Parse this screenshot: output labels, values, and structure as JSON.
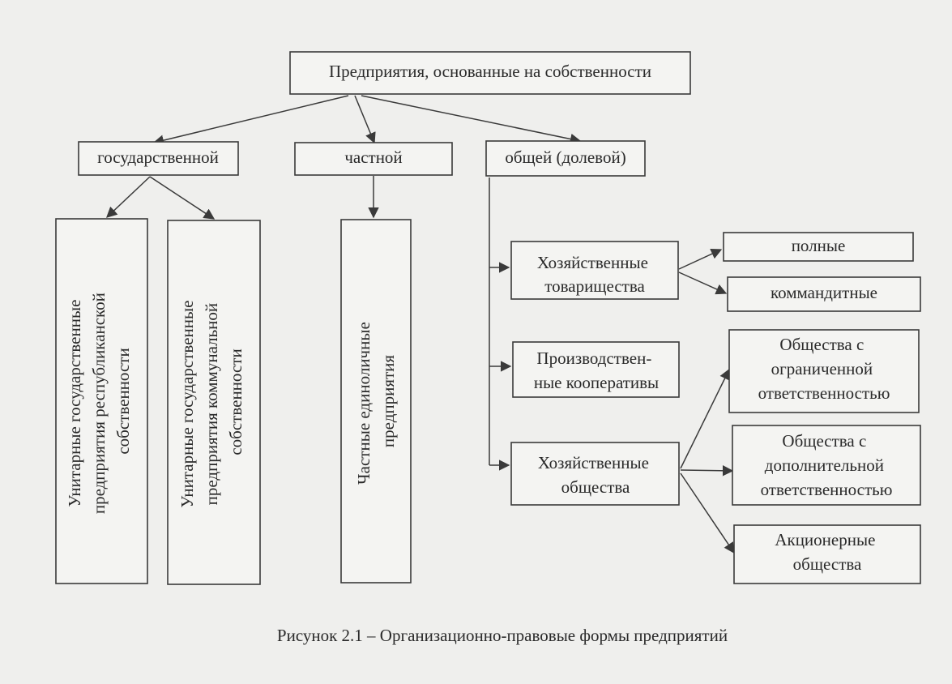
{
  "diagram": {
    "root": {
      "label": "Предприятия, основанные на собственности"
    },
    "ownership": {
      "state": {
        "label": "государственной"
      },
      "private": {
        "label": "частной"
      },
      "shared": {
        "label": "общей (долевой)"
      }
    },
    "state_enterprises": {
      "republican": {
        "lines": [
          "Унитарные государственные",
          "предприятия республиканской",
          "собственности"
        ]
      },
      "communal": {
        "lines": [
          "Унитарные государственные",
          "предприятия коммунальной",
          "собственности"
        ]
      }
    },
    "private_enterprises": {
      "sole": {
        "lines": [
          "Частные единоличные",
          "предприятия"
        ]
      }
    },
    "shared_enterprises": {
      "partnerships": {
        "lines": [
          "Хозяйственные",
          "товарищества"
        ]
      },
      "cooperatives": {
        "lines": [
          "Производствен-",
          "ные  кооперативы"
        ]
      },
      "companies": {
        "lines": [
          "Хозяйственные",
          "общества"
        ]
      }
    },
    "partnership_types": {
      "full": {
        "label": "полные"
      },
      "limited": {
        "label": "коммандитные"
      }
    },
    "company_types": {
      "llc": {
        "lines": [
          "Общества с",
          "ограниченной",
          "ответственностью"
        ]
      },
      "alc": {
        "lines": [
          "Общества с",
          "дополнительной",
          "ответственностью"
        ]
      },
      "jsc": {
        "lines": [
          "Акционерные",
          "общества"
        ]
      }
    }
  },
  "caption": "Рисунок 2.1 –  Организационно-правовые формы предприятий"
}
